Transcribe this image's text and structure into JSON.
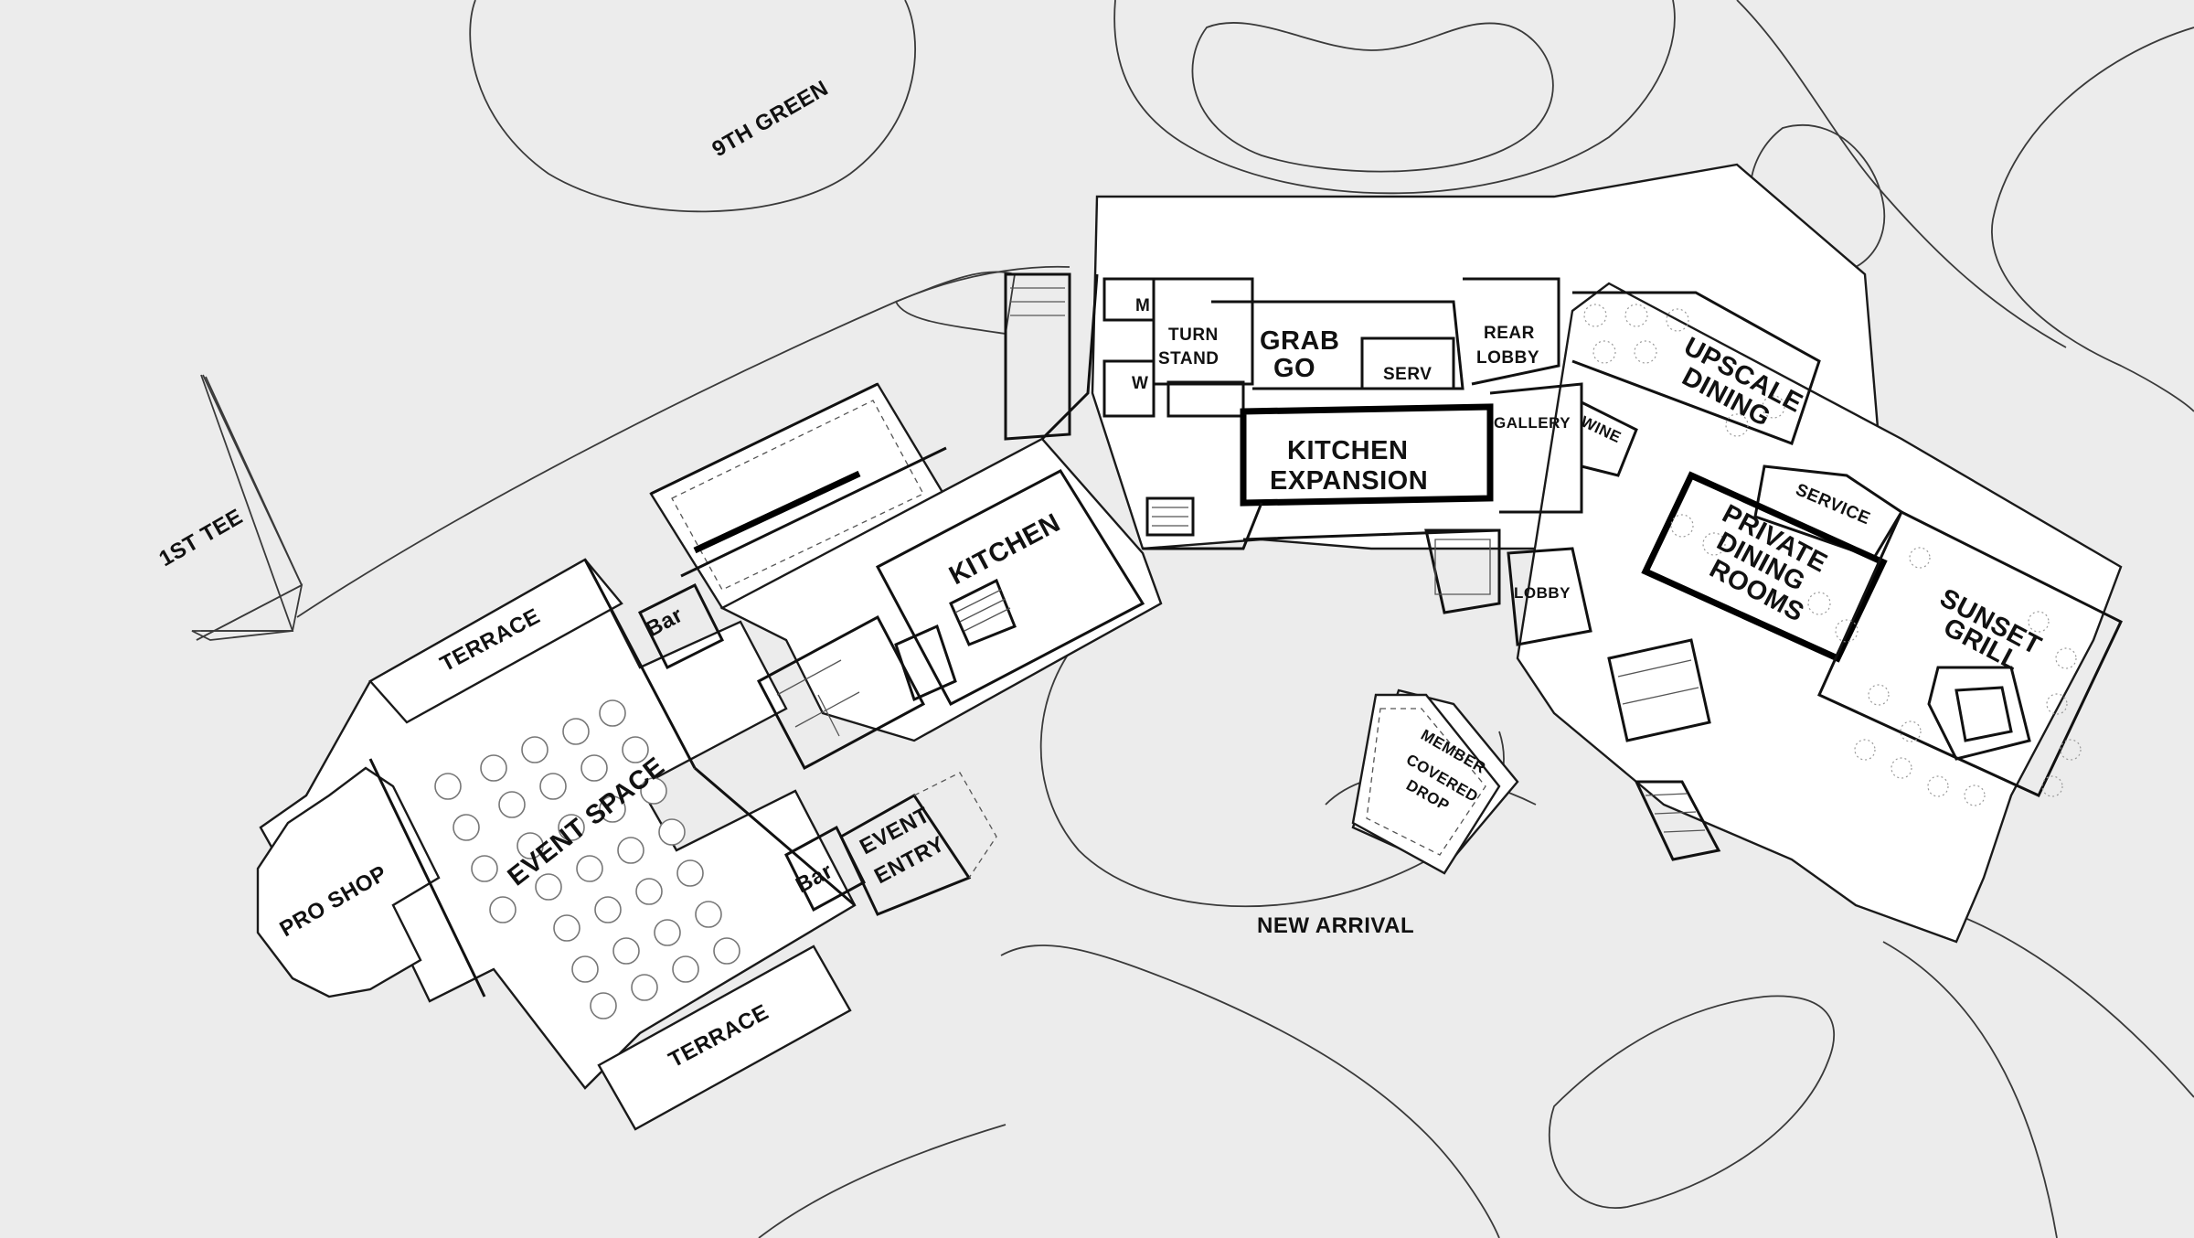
{
  "site_labels": {
    "first_tee": "1ST TEE",
    "ninth_green": "9TH GREEN",
    "new_arrival": "NEW ARRIVAL"
  },
  "rooms": {
    "terrace_north": "TERRACE",
    "terrace_south": "TERRACE",
    "bar_north": "Bar",
    "bar_south": "Bar",
    "event_space": "EVENT SPACE",
    "pro_shop": "PRO SHOP",
    "event_entry_line1": "EVENT",
    "event_entry_line2": "ENTRY",
    "kitchen": "KITCHEN",
    "kitchen_expansion_line1": "KITCHEN",
    "kitchen_expansion_line2": "EXPANSION",
    "turn_stand_line1": "TURN",
    "turn_stand_line2": "STAND",
    "restroom_m": "M",
    "restroom_w": "W",
    "grab_go_line1": "GRAB",
    "grab_go_line2": "GO",
    "serv": "SERV",
    "rear_lobby_line1": "REAR",
    "rear_lobby_line2": "LOBBY",
    "gallery": "GALLERY",
    "wine": "WINE",
    "lobby": "LOBBY",
    "member_drop_line1": "MEMBER",
    "member_drop_line2": "COVERED",
    "member_drop_line3": "DROP",
    "upscale_dining_line1": "UPSCALE",
    "upscale_dining_line2": "DINING",
    "service": "SERVICE",
    "private_dining_line1": "PRIVATE",
    "private_dining_line2": "DINING",
    "private_dining_line3": "ROOMS",
    "sunset_grill_line1": "SUNSET",
    "sunset_grill_line2": "GRILL"
  }
}
